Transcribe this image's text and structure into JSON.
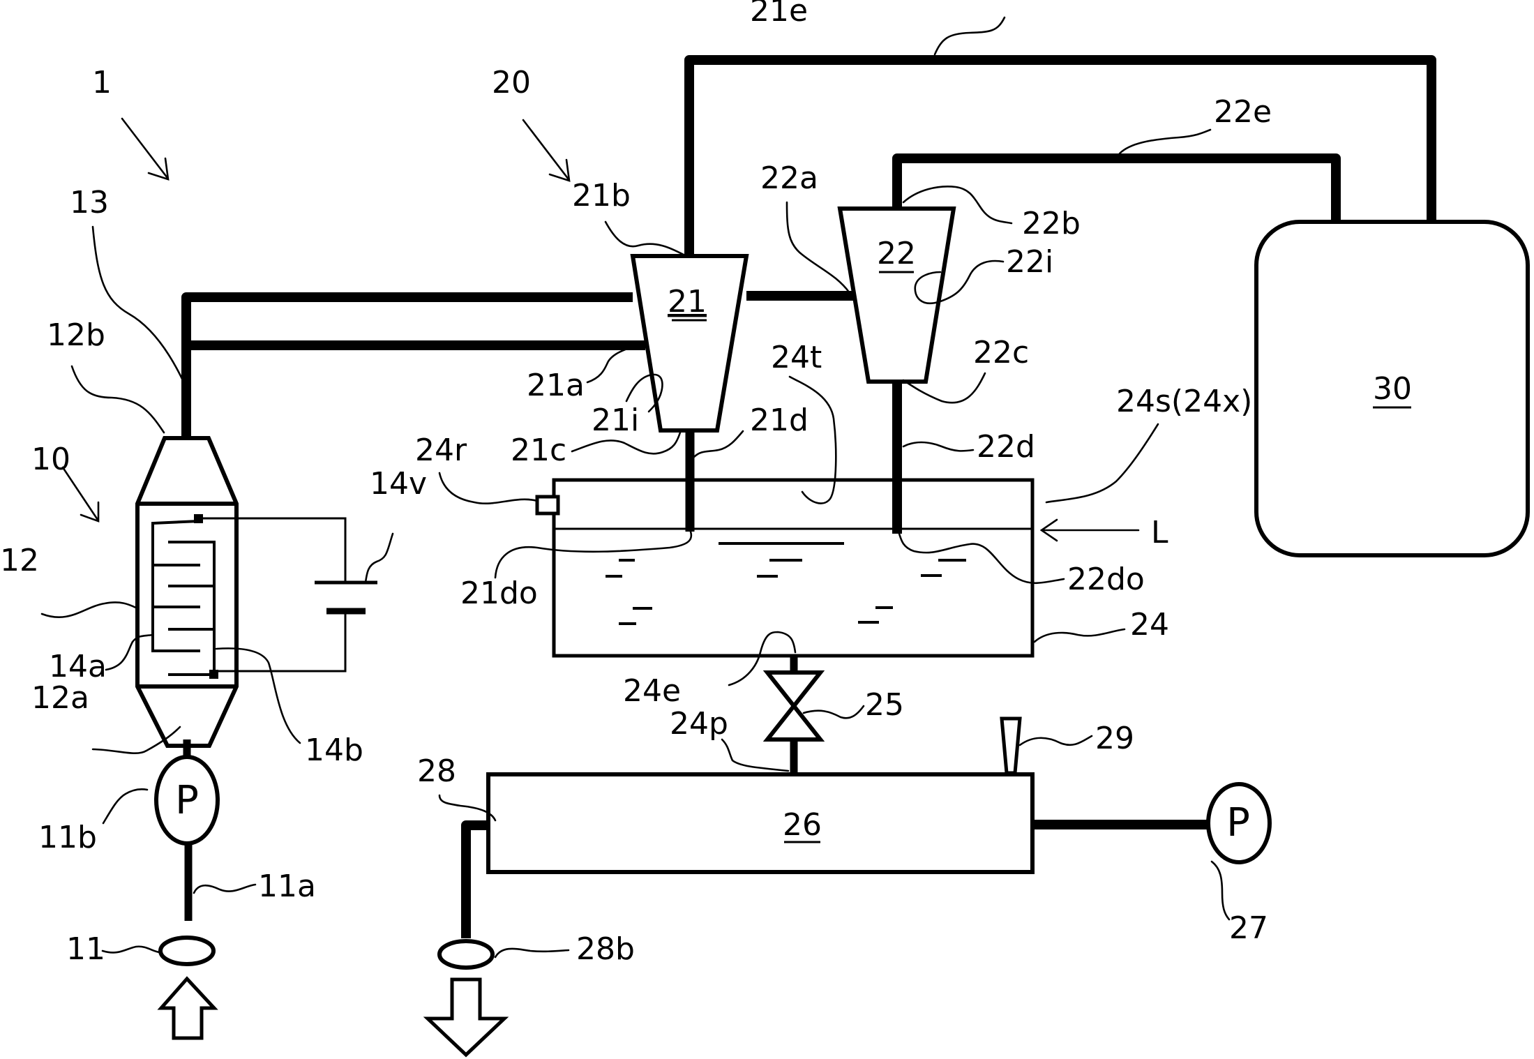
{
  "figure": {
    "type": "patent schematic",
    "description": "Gas/particle treatment system: inlet pump, electrostatic filter with power supply, two cyclones, liquid tank, valve, collection tank, exhaust pump, reservoir"
  },
  "labels": {
    "system": "1",
    "subsystem": "20",
    "filter_unit": "10",
    "pipe_13": "13",
    "filter_outlet": "12b",
    "filter_body": "12",
    "filter_inlet": "12a",
    "electrode_a": "14a",
    "electrode_b": "14b",
    "power_supply": "14v",
    "pump_inlet": "11b",
    "inlet_pipe": "11a",
    "inlet_port": "11",
    "cyclone_1": "21",
    "cyclone_1_top": "21b",
    "cyclone_1_side": "21a",
    "cyclone_1_inner": "21i",
    "cyclone_1_bottom": "21c",
    "cyclone_1_drain": "21d",
    "cyclone_1_drain_outlet": "21do",
    "cyclone_1_exhaust": "21e",
    "cyclone_2": "22",
    "cyclone_2_side": "22a",
    "cyclone_2_top": "22b",
    "cyclone_2_inner": "22i",
    "cyclone_2_bottom": "22c",
    "cyclone_2_drain": "22d",
    "cyclone_2_drain_outlet": "22do",
    "cyclone_2_exhaust": "22e",
    "tank_top": "24t",
    "tank_sensor": "24r",
    "tank_space": "24s(24x)",
    "level": "L",
    "tank": "24",
    "tank_exit": "24e",
    "tank_pipe": "24p",
    "valve": "25",
    "collector": "26",
    "nozzle": "29",
    "pump_outlet": "27",
    "outlet_pipe": "28",
    "outlet_port": "28b",
    "reservoir": "30"
  },
  "symbols": {
    "pump_letter": "P"
  }
}
